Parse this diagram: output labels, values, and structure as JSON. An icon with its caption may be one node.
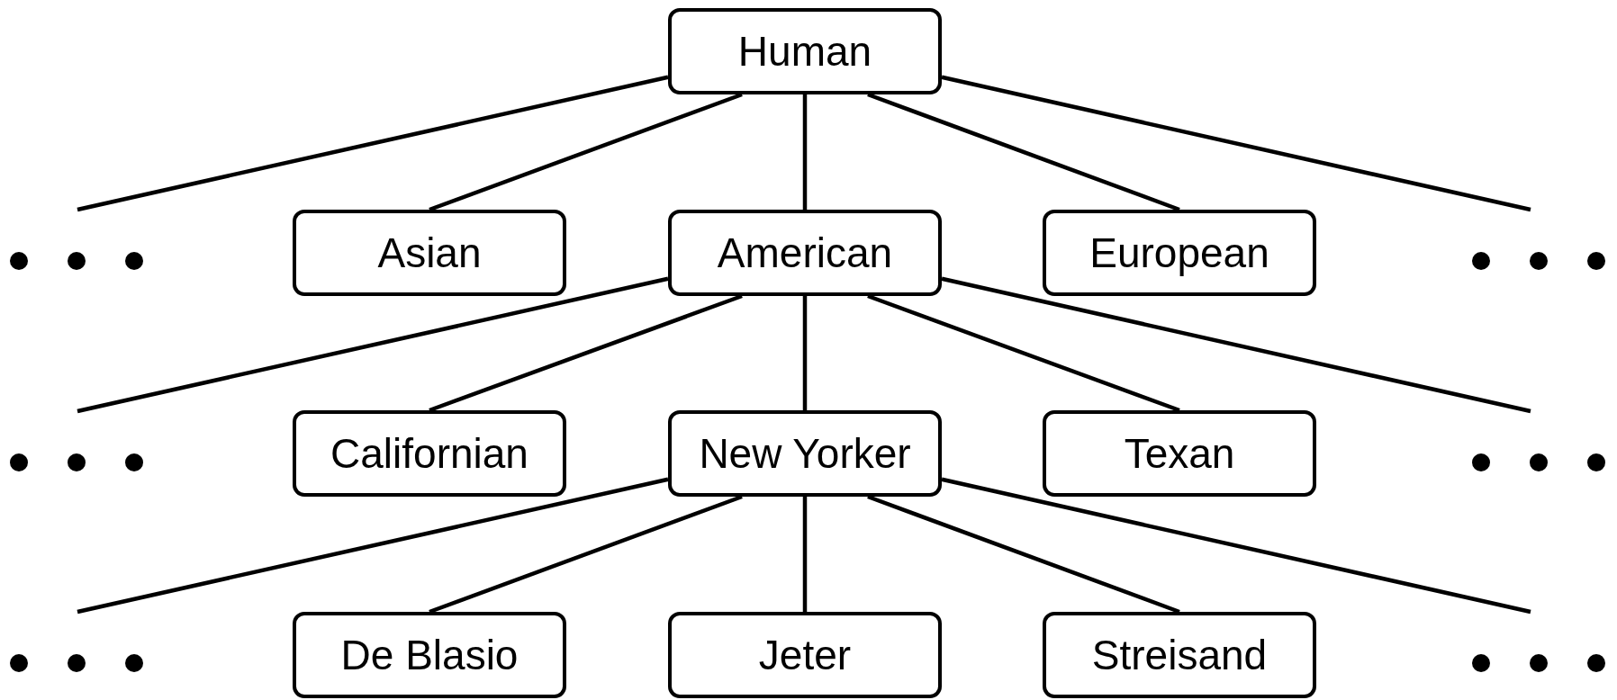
{
  "diagram": {
    "nodes": [
      {
        "text": [
          "Human"
        ]
      },
      {
        "text": [
          "Asian"
        ]
      },
      {
        "text": [
          "American"
        ]
      },
      {
        "text": [
          "European"
        ]
      },
      {
        "text": [
          "Californian"
        ]
      },
      {
        "text": [
          "New Yorker"
        ]
      },
      {
        "text": [
          "Texan"
        ]
      },
      {
        "text": [
          "De Blasio"
        ]
      },
      {
        "text": [
          "Jeter"
        ]
      },
      {
        "text": [
          "Streisand"
        ]
      }
    ],
    "edges": [
      {
        "from": 0,
        "to": null,
        "arrow": "none"
      },
      {
        "from": 0,
        "to": 1,
        "arrow": "none"
      },
      {
        "from": 0,
        "to": 2,
        "arrow": "none"
      },
      {
        "from": 0,
        "to": 3,
        "arrow": "none"
      },
      {
        "from": 0,
        "to": null,
        "arrow": "none"
      },
      {
        "from": 2,
        "to": null,
        "arrow": "none"
      },
      {
        "from": 2,
        "to": 4,
        "arrow": "none"
      },
      {
        "from": 2,
        "to": 5,
        "arrow": "none"
      },
      {
        "from": 2,
        "to": 6,
        "arrow": "none"
      },
      {
        "from": 2,
        "to": null,
        "arrow": "none"
      },
      {
        "from": 5,
        "to": null,
        "arrow": "none"
      },
      {
        "from": 5,
        "to": 7,
        "arrow": "none"
      },
      {
        "from": 5,
        "to": 8,
        "arrow": "none"
      },
      {
        "from": 5,
        "to": 9,
        "arrow": "none"
      },
      {
        "from": 5,
        "to": null,
        "arrow": "none"
      }
    ]
  }
}
